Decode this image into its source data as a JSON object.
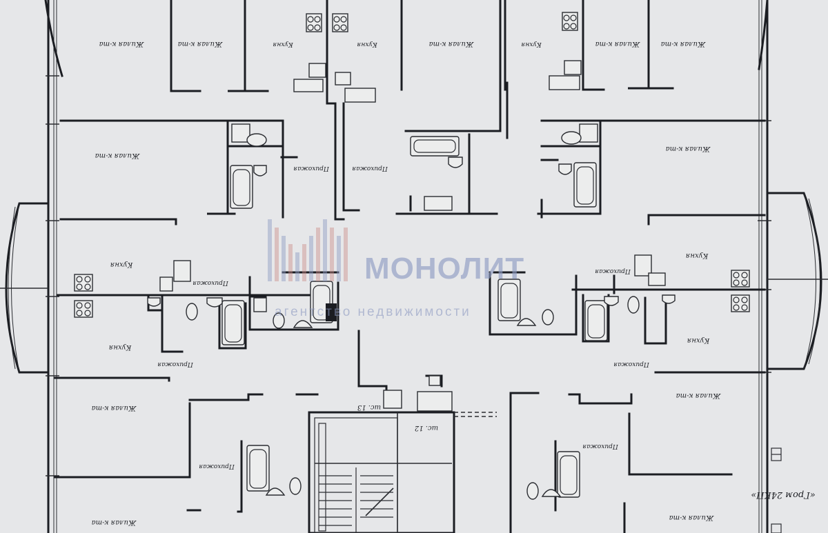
{
  "rooms": {
    "living": "Жилая к-та",
    "kitchen": "Кухня",
    "hall": "Прихожая"
  },
  "stair_labels": {
    "left": "шс. 13",
    "right": "шс. 12"
  },
  "corner_note": "«Гром 24КП»",
  "watermark": {
    "title": "МОНОЛИТ",
    "subtitle": "агентство недвижимости"
  },
  "colors": {
    "paper": "#e6e7e9",
    "ink": "#1b1d22",
    "watermark": "#8e9bc2"
  }
}
